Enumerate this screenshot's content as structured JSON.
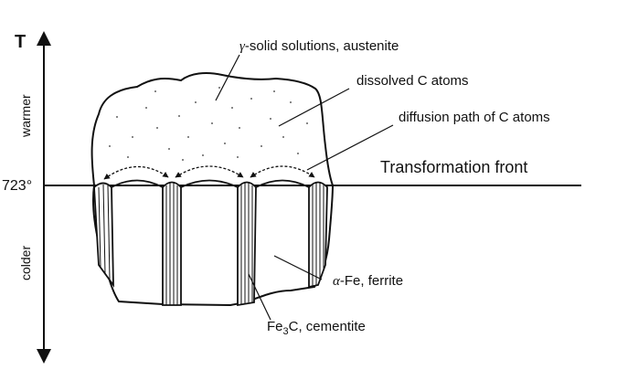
{
  "axis": {
    "symbol": "T",
    "upper_label": "warmer",
    "lower_label": "colder",
    "temperature": "723°"
  },
  "labels": {
    "austenite_prefix": "γ",
    "austenite_text": "-solid solutions, austenite",
    "dissolved_c": "dissolved C atoms",
    "diffusion_path": "diffusion path of C atoms",
    "transformation_front": "Transformation front",
    "ferrite_prefix": "α",
    "ferrite_text": "-Fe, ferrite",
    "cementite_formula": "Fe",
    "cementite_subscript": "3",
    "cementite_text": "C, cementite"
  },
  "colors": {
    "ink": "#111111",
    "background": "#ffffff"
  }
}
